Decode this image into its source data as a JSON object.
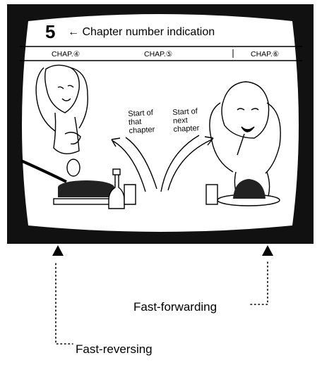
{
  "screen": {
    "chapter_number": "5",
    "chapter_caption": "← Chapter number indication",
    "chapter_labels": [
      "CHAP.④",
      "CHAP.⑤",
      "CHAP.⑥"
    ],
    "note_left": [
      "Start of",
      "that",
      "chapter"
    ],
    "note_right": [
      "Start of",
      "next",
      "chapter"
    ]
  },
  "controls": {
    "fast_forward_label": "Fast-forwarding",
    "fast_reverse_label": "Fast-reversing"
  },
  "colors": {
    "frame": "#111111",
    "paper": "#ffffff",
    "ink": "#000000"
  }
}
